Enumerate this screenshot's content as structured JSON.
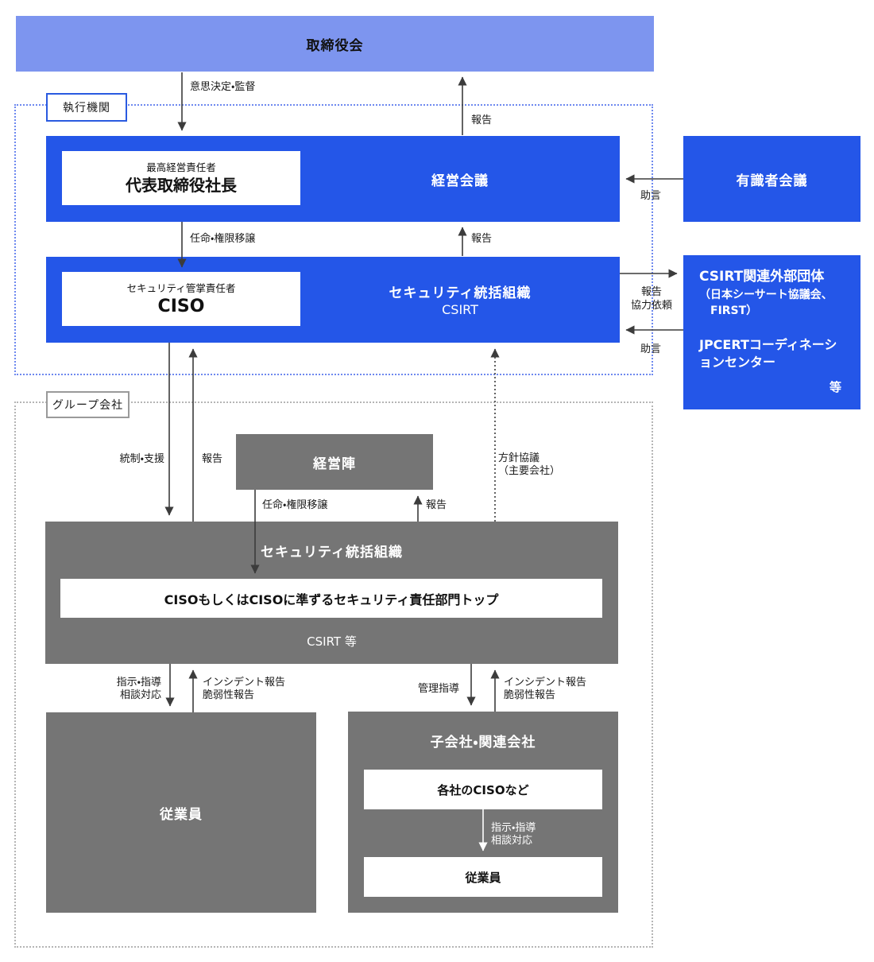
{
  "palette": {
    "primary_blue": "#2456e8",
    "light_blue": "#7d95ef",
    "gray": "#757575",
    "arrow": "#3c3c3c",
    "exec_border": "#2a5ae0",
    "group_border": "#9a9a9a"
  },
  "board": {
    "title": "取締役会"
  },
  "exec_region": {
    "label": "執行機関"
  },
  "management_meeting": {
    "title": "経営会議",
    "officer_role": "最高経営責任者",
    "officer_title": "代表取締役社長"
  },
  "expert_meeting": {
    "title": "有識者会議"
  },
  "csirt_org": {
    "title": "セキュリティ統括組織",
    "subtitle": "CSIRT",
    "officer_role": "セキュリティ管掌責任者",
    "officer_title": "CISO"
  },
  "external_bodies": {
    "title": "CSIRT関連外部団体",
    "line2": "（日本シーサート協議会、",
    "line3": "　FIRST）",
    "line4": "JPCERTコーディネーションセンター",
    "etc": "等"
  },
  "group_region": {
    "label": "グループ会社"
  },
  "group_management": {
    "title": "経営陣"
  },
  "group_security_org": {
    "title": "セキュリティ統括組織",
    "head": "CISOもしくはCISOに準ずるセキュリティ責任部門トップ",
    "subtitle": "CSIRT 等"
  },
  "employees": {
    "title": "従業員"
  },
  "subsidiaries": {
    "title": "子会社・関連会社",
    "ciso": "各社のCISOなど",
    "employees": "従業員",
    "instruct_line1": "指示・指導",
    "instruct_line2": "相談対応"
  },
  "arrows": {
    "decide": "意思決定・監督",
    "report_board": "報告",
    "appoint_ciso": "任命・権限移譲",
    "report_mgmt": "報告",
    "advice_mgmt": "助言",
    "report_external_line1": "報告",
    "report_external_line2": "協力依頼",
    "advice_csirt": "助言",
    "control": "統制・支援",
    "report_csirt": "報告",
    "policy_line1": "方針協議",
    "policy_line2": "（主要会社）",
    "appoint_group": "任命・権限移譲",
    "report_group_mgmt": "報告",
    "instruct_line1": "指示・指導",
    "instruct_line2": "相談対応",
    "incident_line1": "インシデント報告",
    "incident_line2": "脆弱性報告",
    "manage": "管理指導",
    "incident_sub_line1": "インシデント報告",
    "incident_sub_line2": "脆弱性報告"
  }
}
